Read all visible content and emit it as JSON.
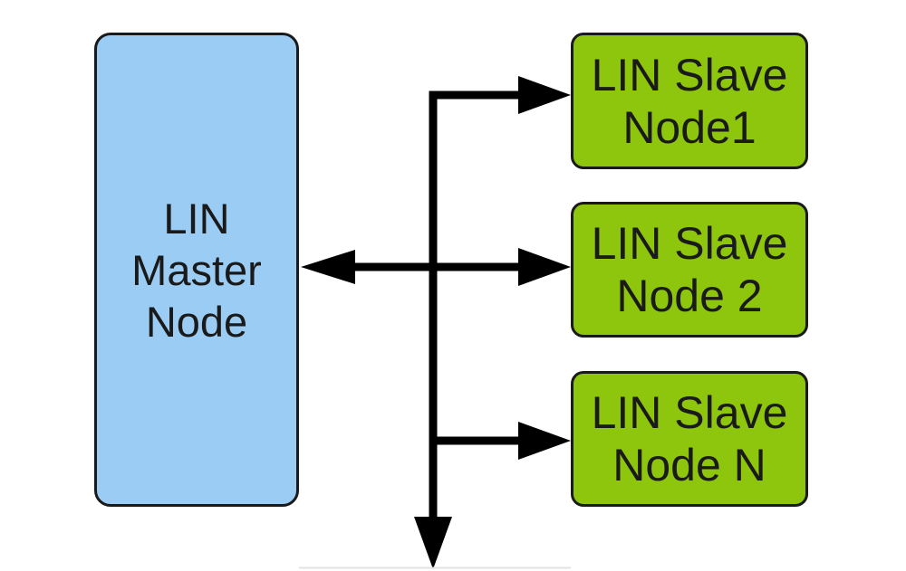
{
  "diagram": {
    "type": "bus-topology",
    "nodes": {
      "master": {
        "line1": "LIN",
        "line2": "Master",
        "line3": "Node"
      },
      "slave1": {
        "line1": "LIN Slave",
        "line2": "Node1"
      },
      "slave2": {
        "line1": "LIN Slave",
        "line2": "Node 2"
      },
      "slave3": {
        "line1": "LIN Slave",
        "line2": "Node N"
      }
    },
    "connections": [
      {
        "from": "lin-bus",
        "to": "slave1",
        "arrow": "single"
      },
      {
        "from": "master",
        "to": "slave2",
        "arrow": "double",
        "via": "lin-bus"
      },
      {
        "from": "lin-bus",
        "to": "slave3",
        "arrow": "single"
      },
      {
        "from": "lin-bus",
        "to": "off-canvas-bottom",
        "arrow": "single"
      }
    ],
    "colors": {
      "master_fill": "#9bccf3",
      "slave_fill": "#8dc60c",
      "node_border": "#1a1a1a",
      "bus_line": "#000000",
      "cropped_edge": "#e2e2e2",
      "background": "#ffffff"
    }
  }
}
